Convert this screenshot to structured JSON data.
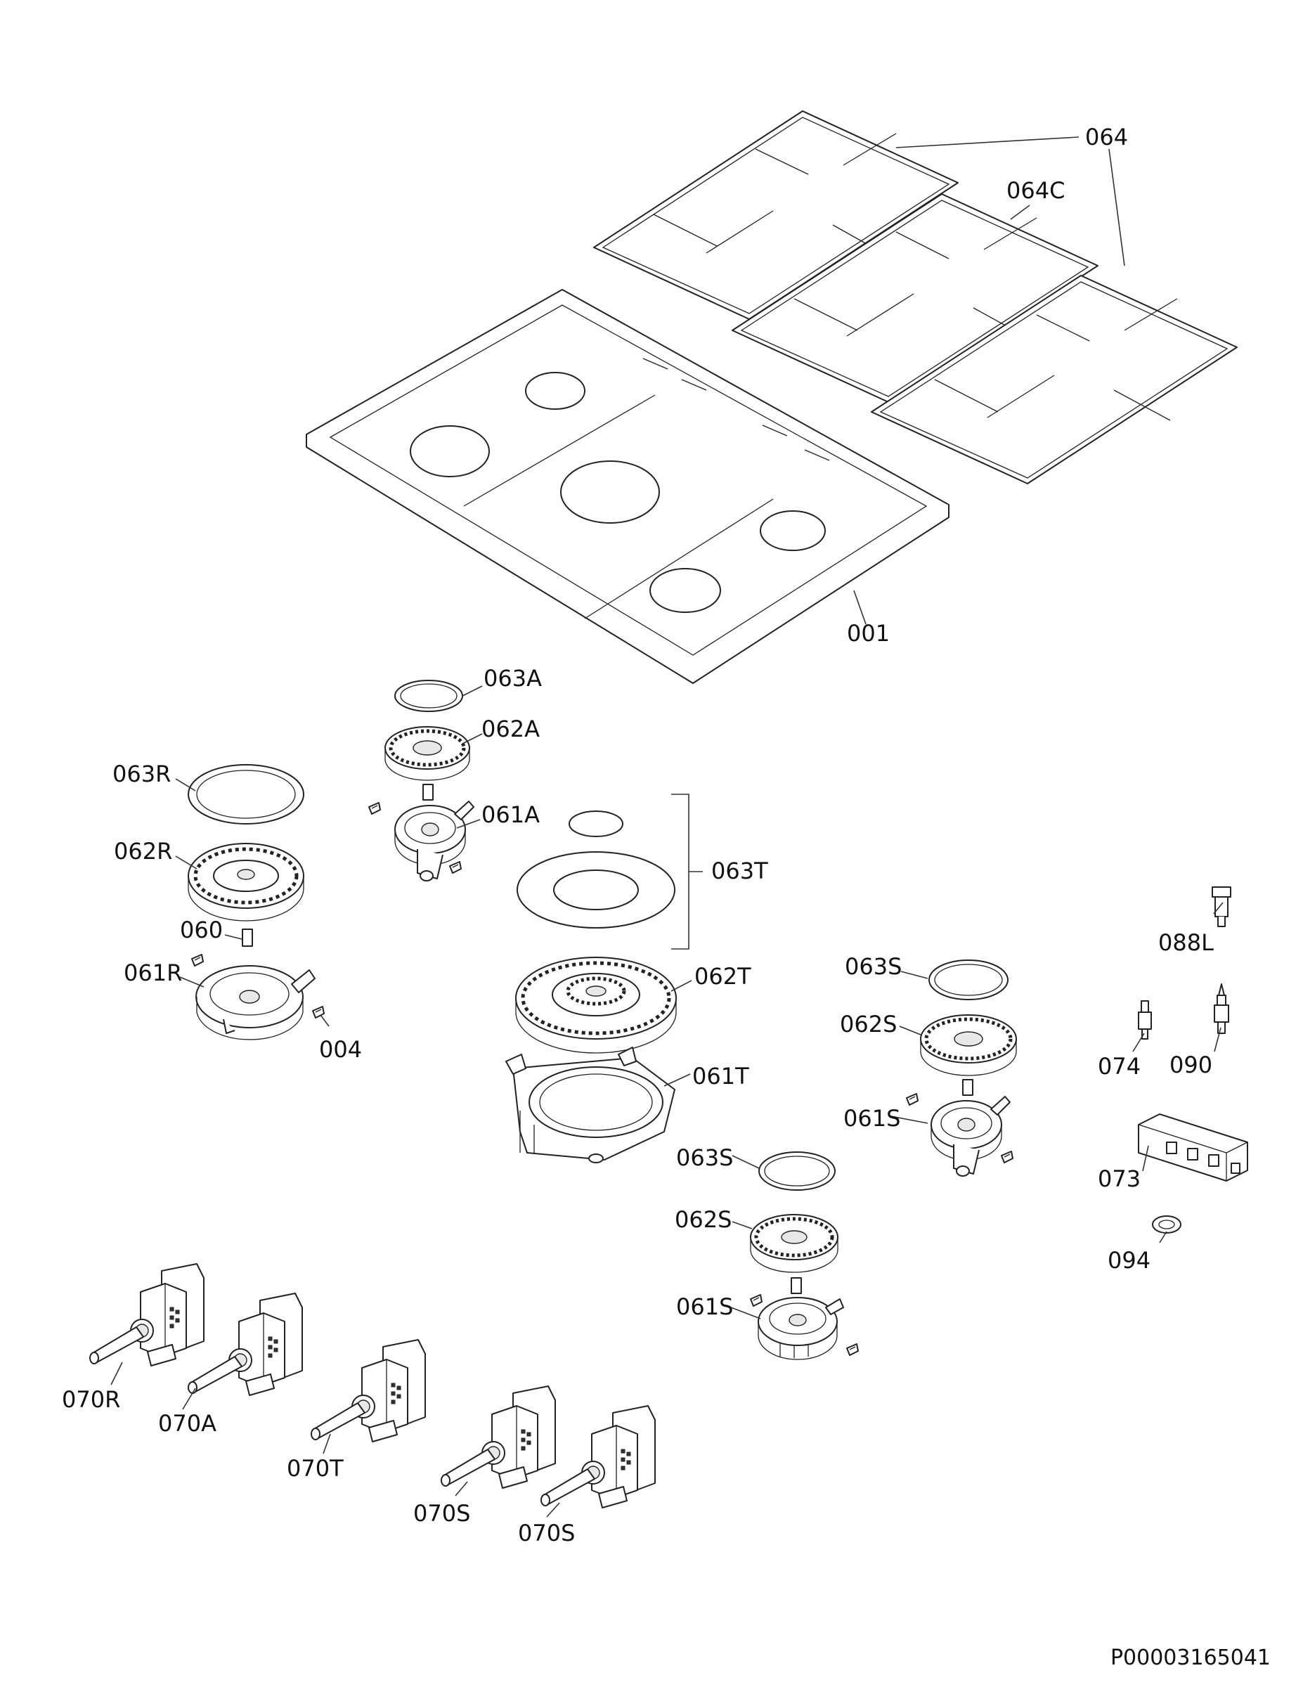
{
  "diagram": {
    "labels": [
      {
        "id": "lbl-064",
        "text": "064"
      },
      {
        "id": "lbl-064c",
        "text": "064C"
      },
      {
        "id": "lbl-001",
        "text": "001"
      },
      {
        "id": "lbl-063a",
        "text": "063A"
      },
      {
        "id": "lbl-062a",
        "text": "062A"
      },
      {
        "id": "lbl-061a",
        "text": "061A"
      },
      {
        "id": "lbl-063r",
        "text": "063R"
      },
      {
        "id": "lbl-062r",
        "text": "062R"
      },
      {
        "id": "lbl-060",
        "text": "060"
      },
      {
        "id": "lbl-061r",
        "text": "061R"
      },
      {
        "id": "lbl-004",
        "text": "004"
      },
      {
        "id": "lbl-063t",
        "text": "063T"
      },
      {
        "id": "lbl-062t",
        "text": "062T"
      },
      {
        "id": "lbl-061t",
        "text": "061T"
      },
      {
        "id": "lbl-063s-1",
        "text": "063S"
      },
      {
        "id": "lbl-062s-1",
        "text": "062S"
      },
      {
        "id": "lbl-061s-1",
        "text": "061S"
      },
      {
        "id": "lbl-063s-2",
        "text": "063S"
      },
      {
        "id": "lbl-062s-2",
        "text": "062S"
      },
      {
        "id": "lbl-061s-2",
        "text": "061S"
      },
      {
        "id": "lbl-088l",
        "text": "088L"
      },
      {
        "id": "lbl-074",
        "text": "074"
      },
      {
        "id": "lbl-090",
        "text": "090"
      },
      {
        "id": "lbl-073",
        "text": "073"
      },
      {
        "id": "lbl-094",
        "text": "094"
      },
      {
        "id": "lbl-070r",
        "text": "070R"
      },
      {
        "id": "lbl-070a",
        "text": "070A"
      },
      {
        "id": "lbl-070t",
        "text": "070T"
      },
      {
        "id": "lbl-070s-1",
        "text": "070S"
      },
      {
        "id": "lbl-070s-2",
        "text": "070S"
      }
    ],
    "document_id": "P00003165041"
  }
}
